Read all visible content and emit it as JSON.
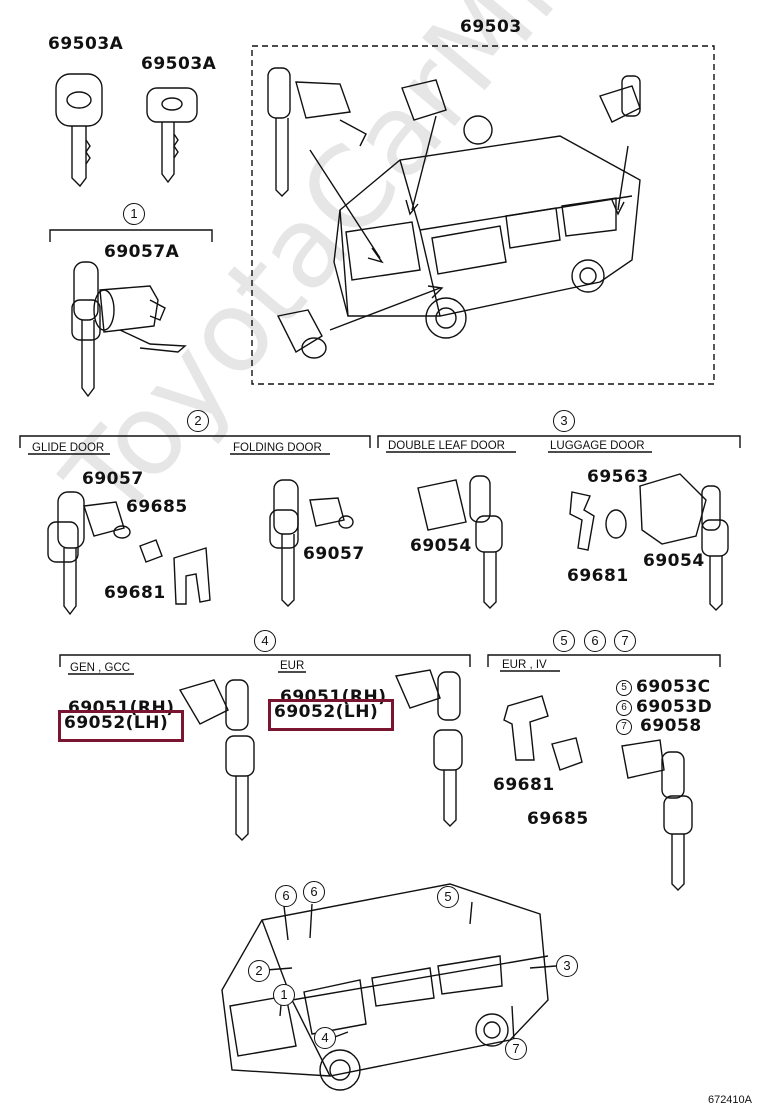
{
  "watermark": "ToyotaCarMine.ru",
  "figure_id": "672410A",
  "callouts": {
    "c1": "1",
    "c2": "2",
    "c3": "3",
    "c4": "4",
    "c5": "5",
    "c6": "6",
    "c7": "7"
  },
  "groups": {
    "glide_door": "GLIDE DOOR",
    "folding_door": "FOLDING DOOR",
    "double_leaf_door": "DOUBLE LEAF DOOR",
    "luggage_door": "LUGGAGE DOOR",
    "gen_gcc": "GEN , GCC",
    "eur": "EUR",
    "eur_iv": "EUR , IV"
  },
  "parts": {
    "p69503A_a": "69503A",
    "p69503A_b": "69503A",
    "p69503": "69503",
    "p69057A": "69057A",
    "p69057_a": "69057",
    "p69685_a": "69685",
    "p69681_a": "69681",
    "p69057_b": "69057",
    "p69054_a": "69054",
    "p69563": "69563",
    "p69681_b": "69681",
    "p69054_b": "69054",
    "p69051_a": "69051(RH)",
    "p69052_a": "69052(LH)",
    "p69051_b": "69051(RH)",
    "p69052_b": "69052(LH)",
    "p69681_c": "69681",
    "p69685_b": "69685",
    "p69053C": "69053C",
    "p69053D": "69053D",
    "p69058": "69058"
  },
  "highlight_color": "#7a1430"
}
